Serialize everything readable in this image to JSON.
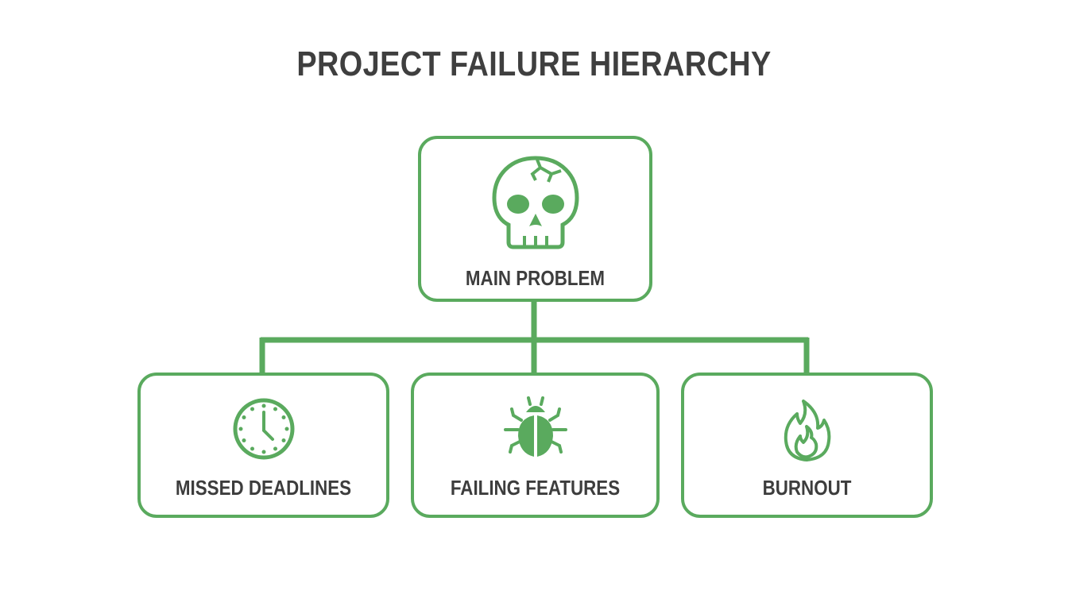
{
  "title": "PROJECT FAILURE HIERARCHY",
  "root": {
    "label": "MAIN PROBLEM",
    "icon": "cracked-skull-icon"
  },
  "children": [
    {
      "label": "MISSED DEADLINES",
      "icon": "clock-icon"
    },
    {
      "label": "FAILING FEATURES",
      "icon": "bug-icon"
    },
    {
      "label": "BURNOUT",
      "icon": "fire-icon"
    }
  ],
  "colors": {
    "accent": "#5aaa5e",
    "text": "#3d3d3d"
  }
}
